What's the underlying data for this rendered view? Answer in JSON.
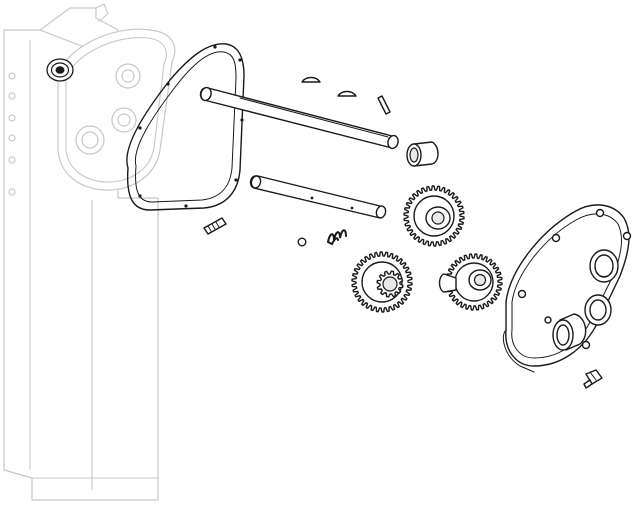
{
  "figure": {
    "description_visible_text": "",
    "colors": {
      "line": "#1a1a1a",
      "ghost_line": "#c8c8c8",
      "background": "#ffffff",
      "shade": "#e9e9e9"
    },
    "parts": [
      {
        "name": "column-housing",
        "style": "ghost"
      },
      {
        "name": "gasket",
        "style": "ink"
      },
      {
        "name": "main-shaft",
        "style": "ink"
      },
      {
        "name": "secondary-shaft",
        "style": "ink"
      },
      {
        "name": "woodruff-keys",
        "style": "ink"
      },
      {
        "name": "roll-pin",
        "style": "ink"
      },
      {
        "name": "bushing",
        "style": "ink"
      },
      {
        "name": "set-screw",
        "style": "ink"
      },
      {
        "name": "ball",
        "style": "ink"
      },
      {
        "name": "spring",
        "style": "ink"
      },
      {
        "name": "upper-gear",
        "style": "ink"
      },
      {
        "name": "left-gear",
        "style": "ink"
      },
      {
        "name": "right-gear",
        "style": "ink"
      },
      {
        "name": "gear-cover",
        "style": "ink"
      },
      {
        "name": "cover-bolt",
        "style": "ink"
      }
    ]
  }
}
